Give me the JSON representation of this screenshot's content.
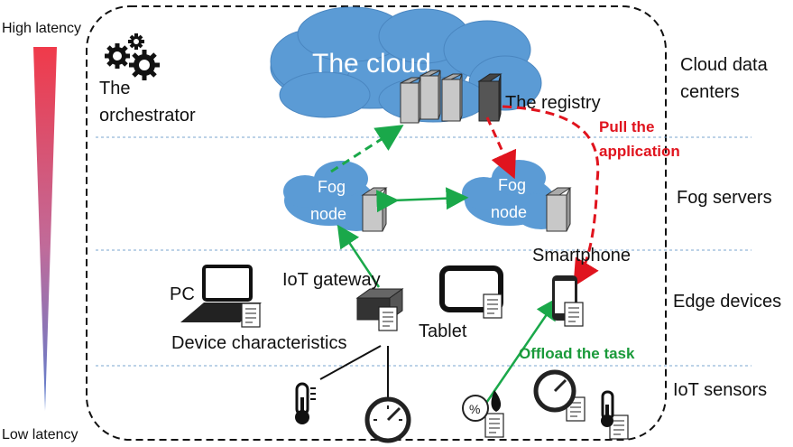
{
  "latency": {
    "high": "High latency",
    "low": "Low latency",
    "colors": {
      "top": "#f03a4a",
      "bottom": "#5a7fd0"
    }
  },
  "orchestrator": {
    "line1": "The",
    "line2": "orchestrator",
    "icon": "gears-icon"
  },
  "cloud": {
    "label": "The cloud",
    "fill": "#5b9bd5"
  },
  "registry": {
    "label": "The registry"
  },
  "pull": {
    "line1": "Pull the",
    "line2": "application",
    "color": "#e0141e"
  },
  "fog_nodes": [
    {
      "line1": "Fog",
      "line2": "node"
    },
    {
      "line1": "Fog",
      "line2": "node"
    }
  ],
  "devices": {
    "pc": "PC",
    "gateway": "IoT gateway",
    "tablet": "Tablet",
    "smartphone": "Smartphone",
    "device_characteristics": "Device characteristics"
  },
  "offload": {
    "label": "Offload the task",
    "color": "#1a9a3a"
  },
  "layers": [
    {
      "label": "Cloud data",
      "label2": "centers"
    },
    {
      "label": "Fog servers"
    },
    {
      "label": "Edge devices"
    },
    {
      "label": "IoT sensors"
    }
  ],
  "arrow_green": "#1aa84a"
}
